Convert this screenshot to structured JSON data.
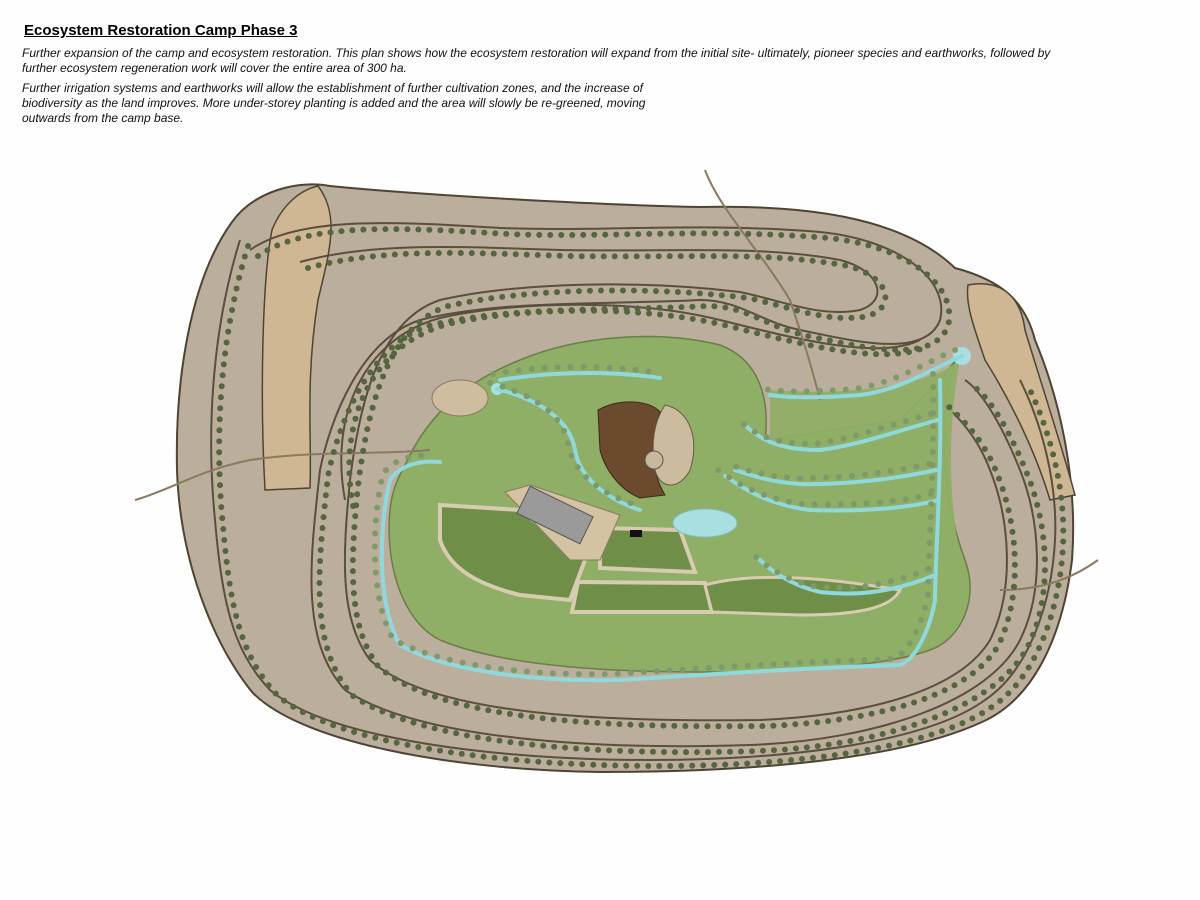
{
  "header": {
    "title": "Ecosystem Restoration Camp Phase 3",
    "paragraphs": [
      "Further expansion of the camp and ecosystem restoration. This plan shows how the ecosystem restoration will expand from the initial site- ultimately, pioneer species and earthworks, followed by further ecosystem regeneration work will cover the entire area of 300 ha.",
      "Further irrigation systems and earthworks will allow the establishment of further cultivation zones, and the increase of biodiversity as the land improves. More under-storey planting is added and the area will slowly be re-greened, moving outwards from the camp base."
    ]
  },
  "plan": {
    "area_ha": 300,
    "colors": {
      "bare_land": "#bcae9c",
      "sand_strip": "#cfb793",
      "regreened": "#8fae66",
      "cultivation": "#6f8f48",
      "contour_line": "#5a4e3e",
      "water": "#a8dfe0",
      "channel": "#8fd9dc",
      "tree": "#55653f",
      "soil_beds": "#6b4a2e",
      "greenhouse": "#9a9a9a"
    }
  }
}
